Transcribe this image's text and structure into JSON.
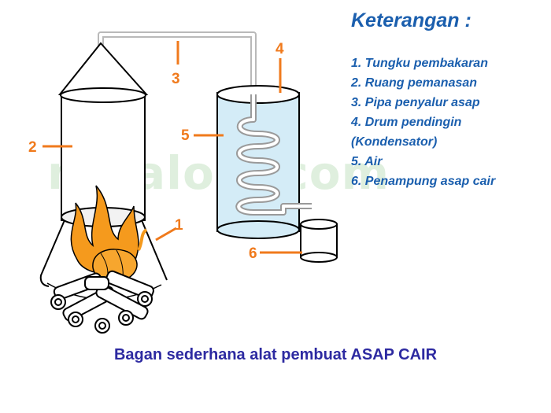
{
  "watermark": "mitalom.com",
  "legend": {
    "title": "Keterangan :",
    "items": [
      "1. Tungku pembakaran",
      "2.  Ruang pemanasan",
      "3. Pipa penyalur asap",
      "4. Drum pendingin",
      "(Kondensator)",
      "5.  Air",
      "6. Penampung asap cair"
    ]
  },
  "labels": {
    "n1": "1",
    "n2": "2",
    "n3": "3",
    "n4": "4",
    "n5": "5",
    "n6": "6"
  },
  "caption": "Bagan sederhana alat pembuat ASAP CAIR",
  "colors": {
    "label": "#f07a1c",
    "legend_text": "#1b5fae",
    "caption": "#2d2aa1",
    "water": "#cfe9f5",
    "fire": "#f59a1d"
  }
}
